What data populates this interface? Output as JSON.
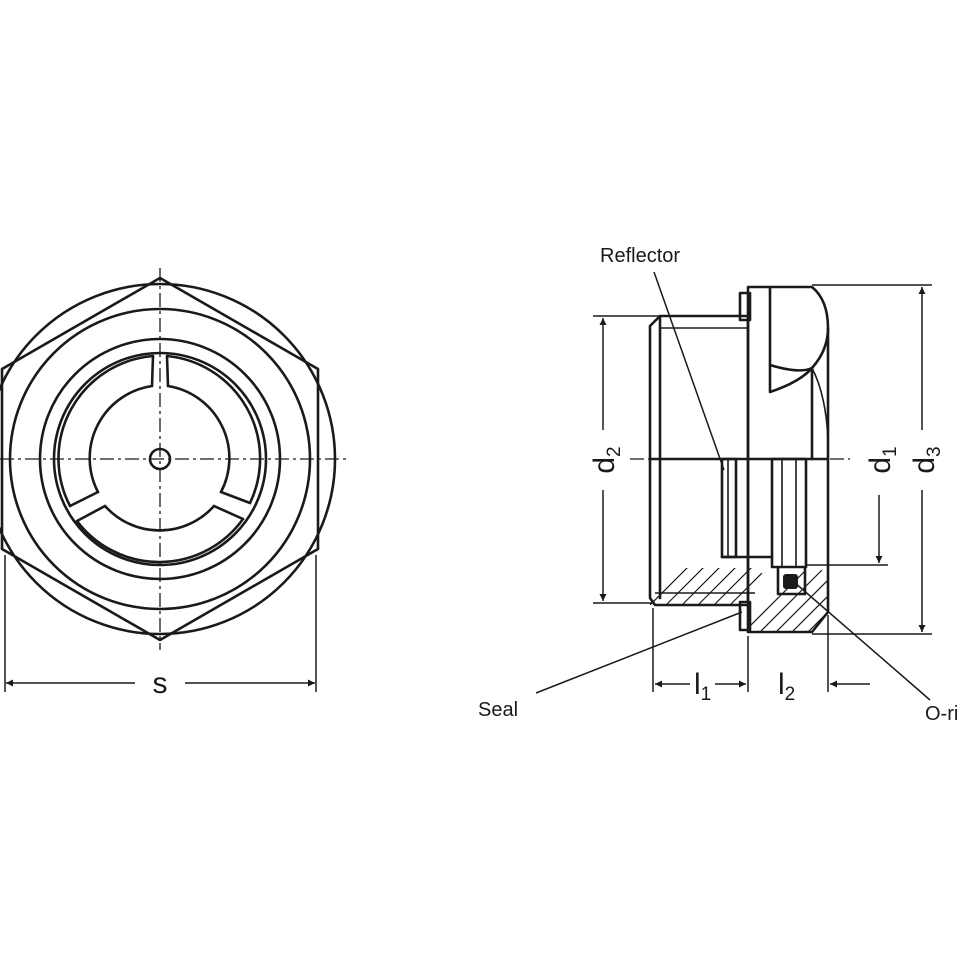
{
  "labels": {
    "reflector": "Reflector",
    "seal": "Seal",
    "o_ring": "O-ri"
  },
  "dimensions": {
    "s": "s",
    "d1": {
      "base": "d",
      "sub": "1"
    },
    "d2": {
      "base": "d",
      "sub": "2"
    },
    "d3": {
      "base": "d",
      "sub": "3"
    },
    "l1": {
      "base": "l",
      "sub": "1"
    },
    "l2": {
      "base": "l",
      "sub": "2"
    }
  },
  "colors": {
    "line": "#1a1a1a",
    "background": "#ffffff"
  }
}
